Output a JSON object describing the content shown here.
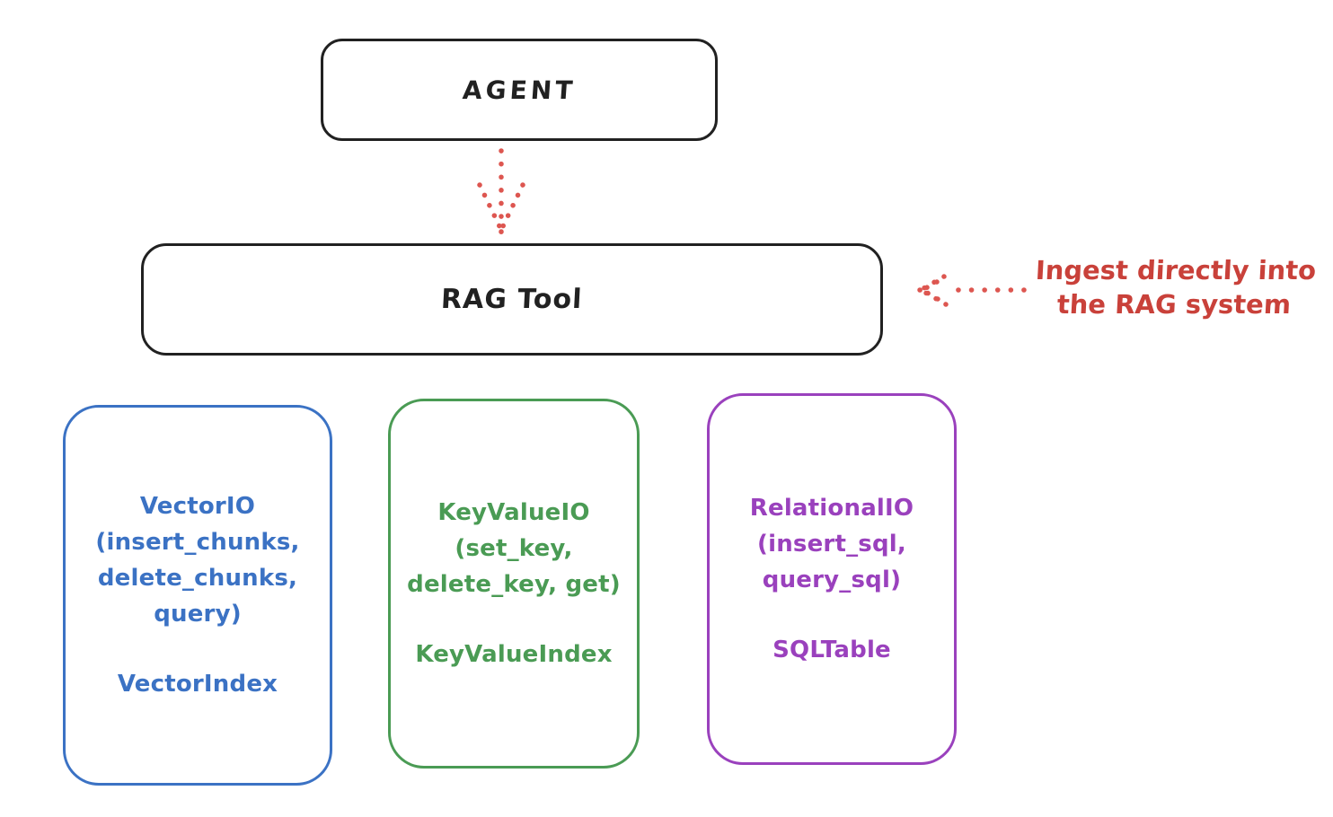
{
  "diagram": {
    "agent_box": {
      "label": "AGENT"
    },
    "rag_tool_box": {
      "label": "RAG Tool"
    },
    "agent_to_rag_arrow": {
      "style": "dotted",
      "direction": "down",
      "color": "#dd5650"
    },
    "ingest_annotation": {
      "line1": "Ingest directly into",
      "line2": "the RAG system",
      "color": "#c9413a",
      "arrow_style": "dotted",
      "arrow_direction": "left-toward-rag-tool"
    },
    "backends": [
      {
        "name": "vector-io",
        "lines": [
          "VectorIO",
          "(insert_chunks,",
          "delete_chunks,",
          "query)"
        ],
        "index_label": "VectorIndex",
        "accent_color": "#3b72c4"
      },
      {
        "name": "key-value-io",
        "lines": [
          "KeyValueIO",
          "(set_key,",
          "delete_key, get)"
        ],
        "index_label": "KeyValueIndex",
        "accent_color": "#4a9b54"
      },
      {
        "name": "relational-io",
        "lines": [
          "RelationalIO",
          "(insert_sql,",
          "query_sql)"
        ],
        "index_label": "SQLTable",
        "accent_color": "#9a41bd"
      }
    ]
  }
}
